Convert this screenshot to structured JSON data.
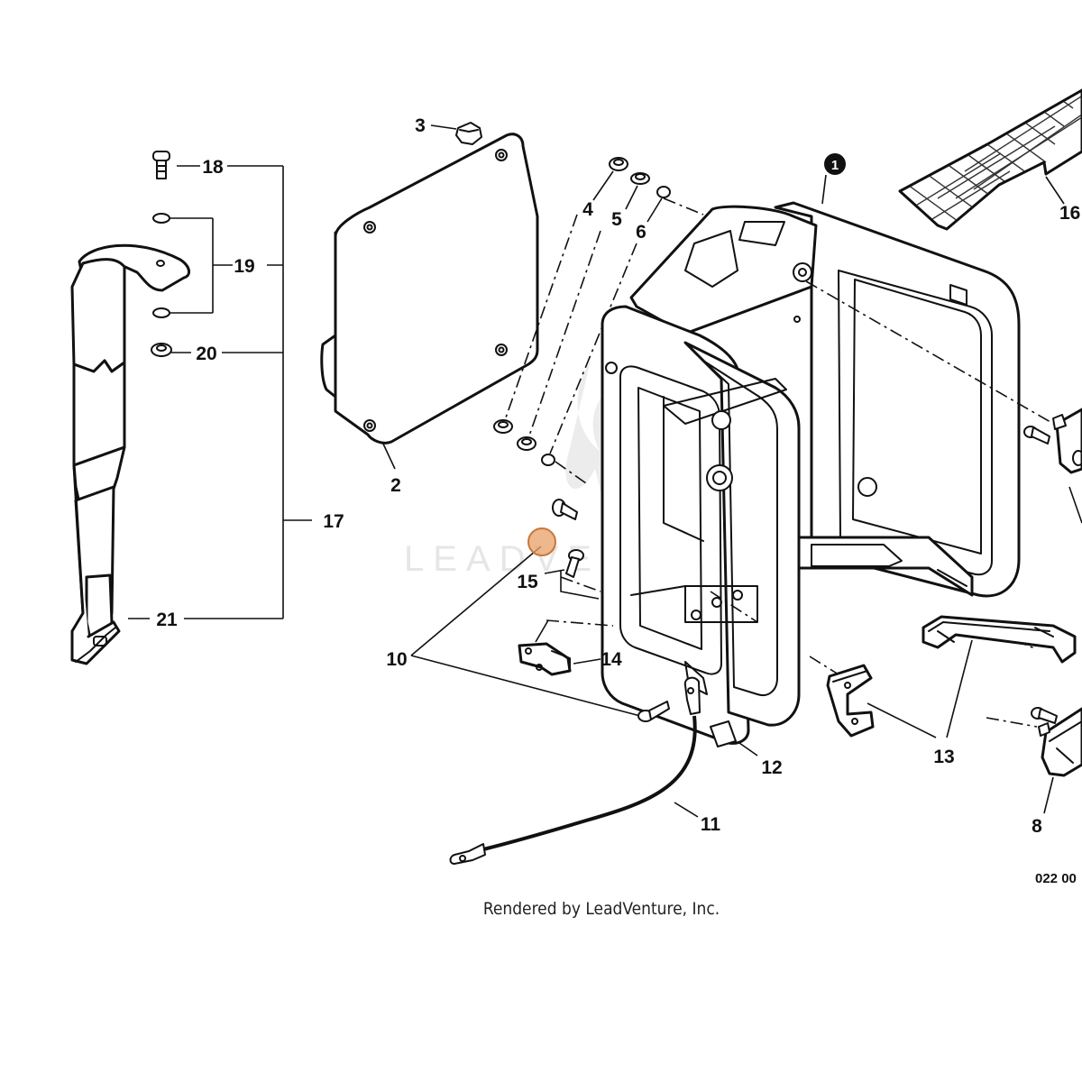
{
  "diagram": {
    "callouts": {
      "c1": "1",
      "c2": "2",
      "c3": "3",
      "c4": "4",
      "c5": "5",
      "c6": "6",
      "c8": "8",
      "c10": "10",
      "c11": "11",
      "c12": "12",
      "c13": "13",
      "c14": "14",
      "c15": "15",
      "c16": "16",
      "c17": "17",
      "c18": "18",
      "c19": "19",
      "c20": "20",
      "c21": "21"
    },
    "watermark": "LEADVENTURE",
    "credit": "Rendered by LeadVenture, Inc.",
    "drawing_number": "022 00"
  }
}
